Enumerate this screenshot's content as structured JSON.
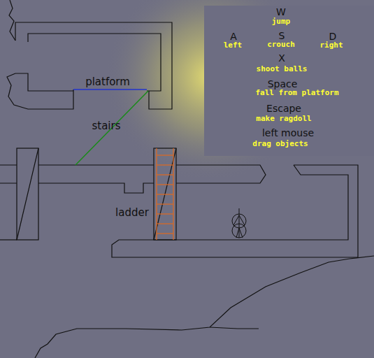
{
  "diagram": {
    "labels": [
      "platform",
      "stairs",
      "ladder",
      "W",
      "jump",
      "A",
      "left",
      "S",
      "crouch",
      "D",
      "right",
      "X",
      "shoot balls",
      "Space",
      "fall from platform",
      "Escape",
      "make ragdoll",
      "left mouse",
      "drag objects"
    ]
  }
}
